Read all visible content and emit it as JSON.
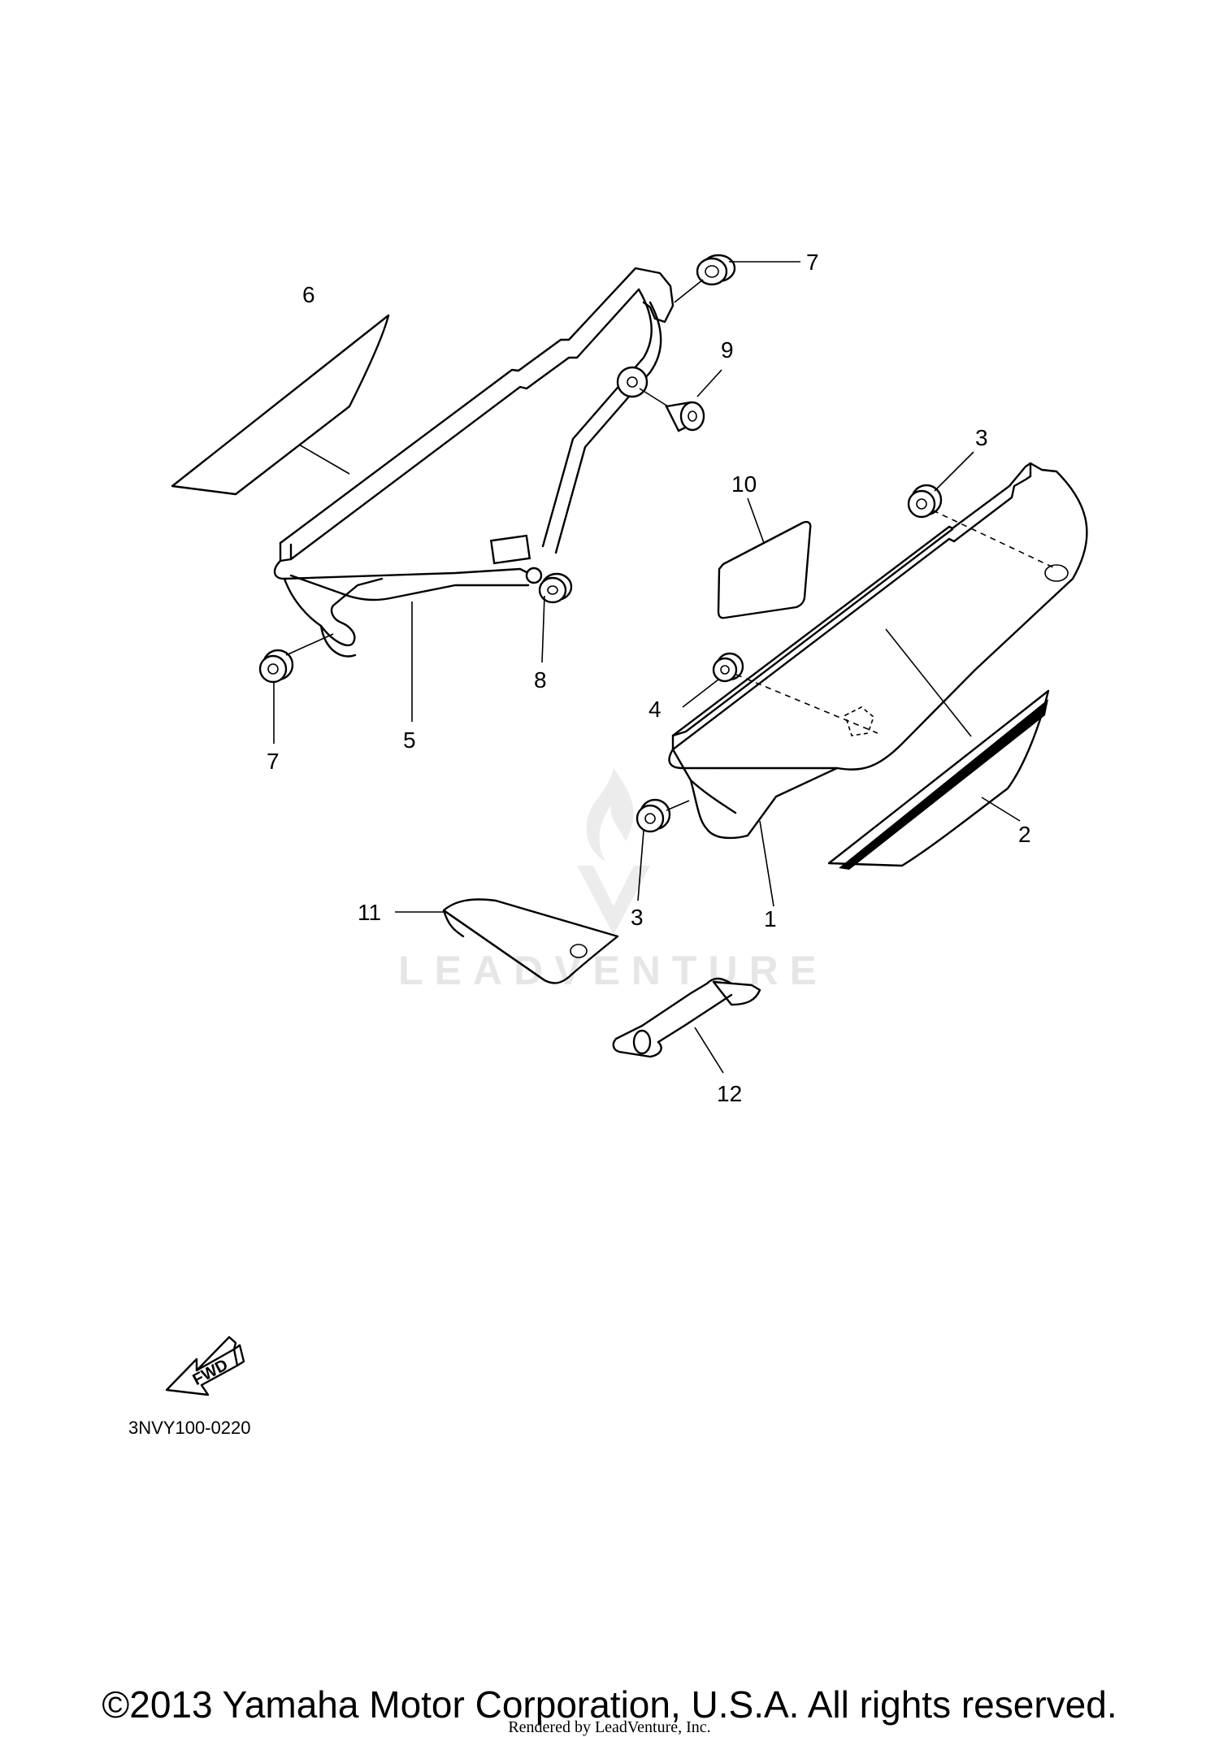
{
  "diagram": {
    "code": "3NVY100-0220",
    "fwd_label": "FWD",
    "callouts": [
      "1",
      "2",
      "3",
      "3",
      "4",
      "5",
      "6",
      "7",
      "7",
      "8",
      "9",
      "10",
      "11",
      "12"
    ]
  },
  "watermark": {
    "text": "LEADVENTURE"
  },
  "footer": {
    "copyright": "©2013 Yamaha Motor Corporation, U.S.A. All rights reserved.",
    "rendered_by": "Rendered by LeadVenture, Inc."
  }
}
